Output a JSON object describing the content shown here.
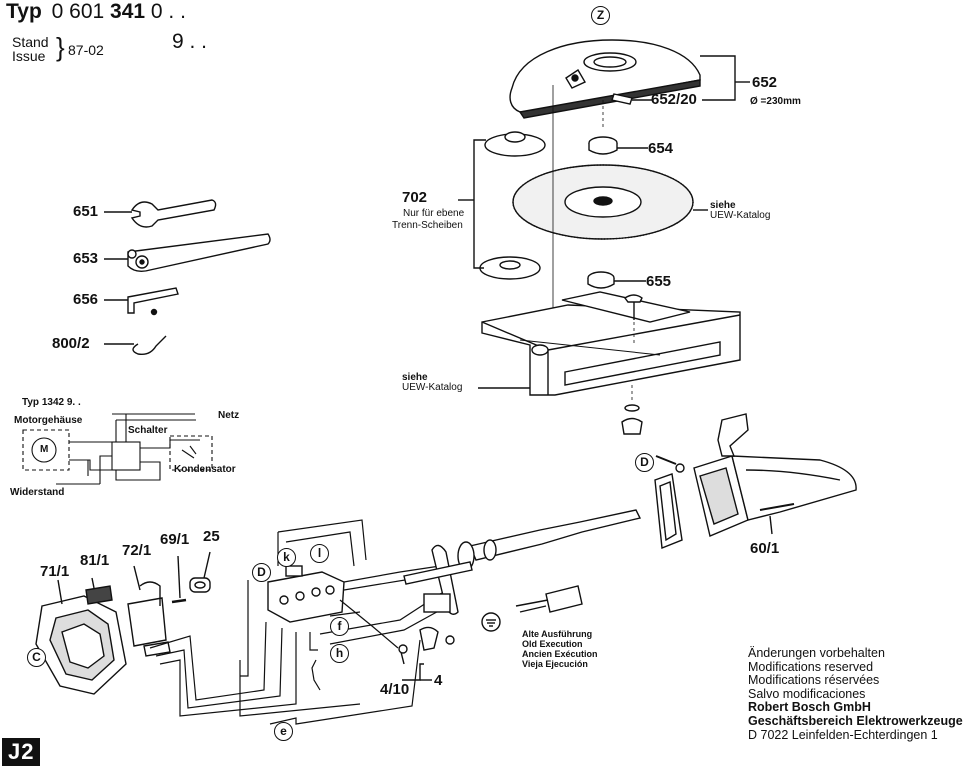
{
  "header": {
    "typ_word": "Typ",
    "typ_prefix": "0 601",
    "typ_bold": "341",
    "typ_suffix1": "0 . .",
    "typ_suffix2": "9 . .",
    "stand_word": "Stand",
    "issue_word": "Issue",
    "stand_value": "87-02"
  },
  "page_code": "J2",
  "circle_labels": {
    "z": "Z",
    "c": "C",
    "d1": "D",
    "d2": "D",
    "k": "k",
    "l": "l",
    "f": "f",
    "h": "h",
    "e": "e"
  },
  "parts": {
    "p652": "652",
    "p652_20": "652/20",
    "diameter": "Ø =230mm",
    "p654": "654",
    "p655": "655",
    "p651": "651",
    "p653": "653",
    "p656": "656",
    "p800_2": "800/2",
    "p702": "702",
    "p702_note1": "Nur für ebene",
    "p702_note2": "Trenn-Scheiben",
    "siehe1": "siehe",
    "uew1": "UEW-Katalog",
    "siehe2": "siehe",
    "uew2": "UEW-Katalog",
    "p60_1": "60/1",
    "p71_1": "71/1",
    "p81_1": "81/1",
    "p72_1": "72/1",
    "p69_1": "69/1",
    "p25": "25",
    "p4_10": "4/10",
    "p4": "4"
  },
  "wiring": {
    "typ": "Typ 1342 9. .",
    "motor": "Motorgehäuse",
    "m": "M",
    "netz": "Netz",
    "schalter": "Schalter",
    "kondensator": "Kondensator",
    "widerstand": "Widerstand"
  },
  "old_execution": [
    "Alte Ausführung",
    "Old Execution",
    "Ancien Exécution",
    "Vieja Ejecución"
  ],
  "notes": {
    "lines": [
      "Änderungen vorbehalten",
      "Modifications reserved",
      "Modifications réservées",
      "Salvo modificaciones"
    ],
    "bold_lines": [
      "Robert Bosch GmbH",
      "Geschäftsbereich Elektrowerkzeuge"
    ],
    "address": "D 7022 Leinfelden-Echterdingen 1"
  }
}
